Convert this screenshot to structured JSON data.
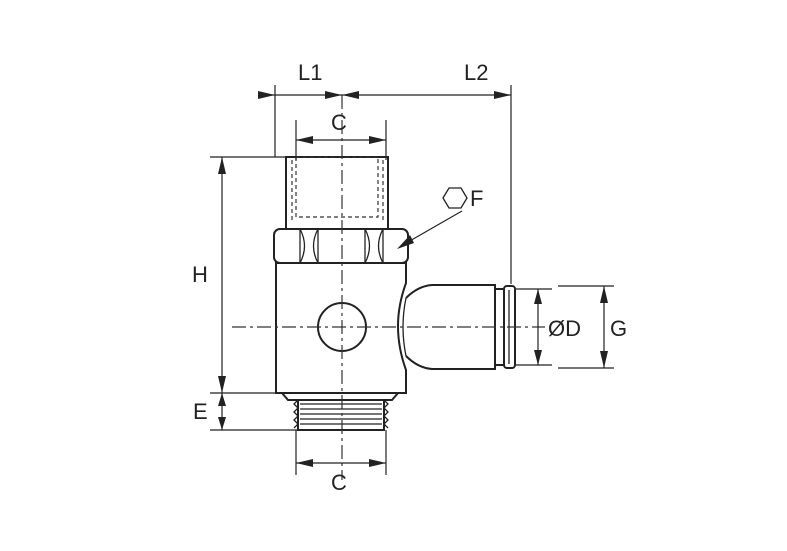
{
  "diagram": {
    "labels": {
      "l1": "L1",
      "l2": "L2",
      "c_top": "C",
      "f": "F",
      "h": "H",
      "d": "ØD",
      "g": "G",
      "e": "E",
      "c_bottom": "C"
    },
    "icons": {
      "wrench_size_symbol": "hexagon-icon"
    },
    "colors": {
      "line": "#222222",
      "background": "#ffffff"
    }
  }
}
